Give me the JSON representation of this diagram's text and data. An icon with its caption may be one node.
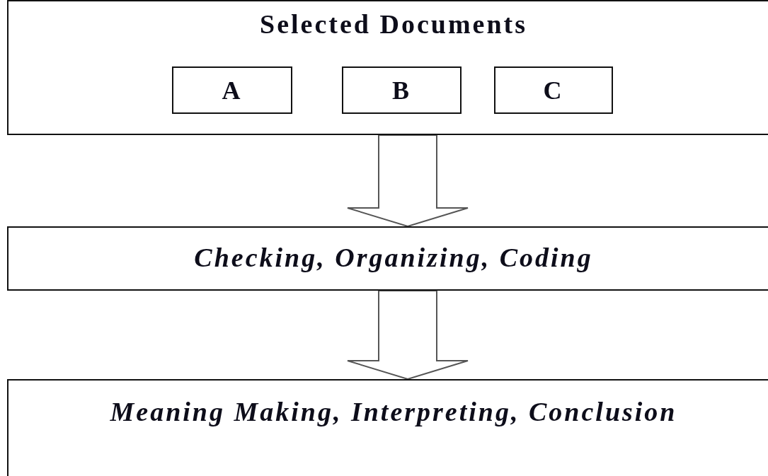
{
  "diagram": {
    "nodes": [
      {
        "text": [
          "Selected Documents"
        ]
      },
      {
        "text": [
          "A"
        ],
        "in": 0
      },
      {
        "text": [
          "B"
        ],
        "in": 0
      },
      {
        "text": [
          "C"
        ],
        "in": 0
      },
      {
        "text": [
          "Checking, Organizing, Coding"
        ]
      },
      {
        "text": [
          "Meaning Making, Interpreting, Conclusion"
        ]
      }
    ],
    "edges": [
      {
        "from": 0,
        "to": 4,
        "arrow": "to"
      },
      {
        "from": 4,
        "to": 5,
        "arrow": "to"
      }
    ]
  }
}
